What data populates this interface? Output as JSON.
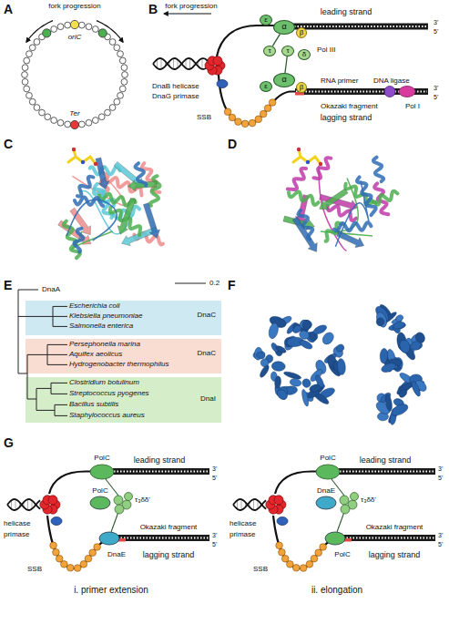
{
  "diagram": {
    "nodes": [
      {
        "text": [
          "α"
        ]
      },
      {
        "text": [
          "ε"
        ]
      },
      {
        "text": [
          "β"
        ]
      },
      {
        "text": [
          "τ"
        ]
      },
      {
        "text": [
          "τ"
        ]
      },
      {
        "text": [
          "δ"
        ]
      },
      {
        "text": [
          "α"
        ]
      },
      {
        "text": [
          "ε"
        ]
      },
      {
        "text": [
          "β"
        ]
      },
      {
        "text": [
          "Escherichia coli",
          "Klebsiella pneumoniae",
          "Salmonella enterica",
          "DnaC"
        ]
      },
      {
        "text": [
          "Persephonella marina",
          "Aquifex aeolicus",
          "Hydrogenobacter thermophilus",
          "DnaC"
        ]
      },
      {
        "text": [
          "Clostridium botulinum",
          "Streptococcus pyogenes",
          "Bacillus subtilis",
          "Staphylococcus aureus",
          "DnaI"
        ]
      }
    ],
    "edges": [
      {
        "from": 3,
        "to": 0,
        "arrow": "none"
      },
      {
        "from": 4,
        "to": 6,
        "arrow": "none"
      }
    ],
    "labels": [
      "A",
      "fork progression",
      "oriC",
      "Ter",
      "B",
      "fork progression",
      "leading strand",
      "3'",
      "5'",
      "DnaB helicase",
      "DnaG primase",
      "RNA primer",
      "Pol III",
      "SSB",
      "Okazaki fragment",
      "DNA ligase",
      "lagging strand",
      "Pol I",
      "3'",
      "5'",
      "C",
      "D",
      "E",
      "DnaA",
      "0.2",
      "F",
      "G",
      "PolC",
      "leading strand",
      "3'",
      "5'",
      "PolC",
      "τ₃δδ'",
      "Okazaki fragment",
      "helicase",
      "primase",
      "DnaE",
      "lagging strand",
      "3'",
      "5'",
      "SSB",
      "i. primer extension",
      "PolC",
      "leading strand",
      "3'",
      "5'",
      "τ₃δδ'",
      "DnaE",
      "Okazaki fragment",
      "helicase",
      "primase",
      "PolC",
      "lagging strand",
      "3'",
      "5'",
      "SSB",
      "ii. elongation"
    ]
  }
}
